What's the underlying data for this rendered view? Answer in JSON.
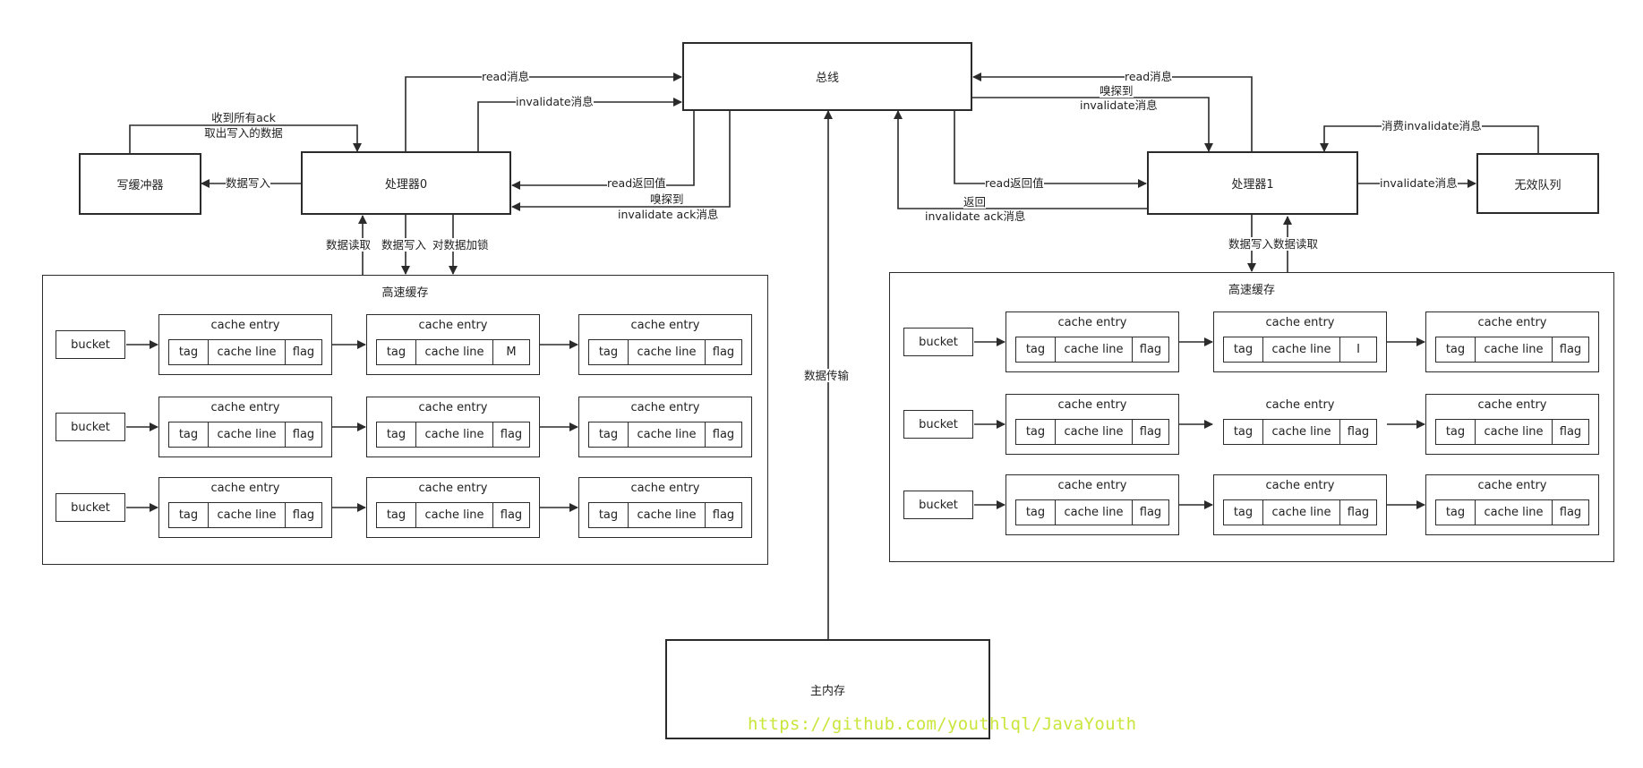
{
  "nodes": {
    "bus": "总线",
    "processor0": "处理器0",
    "processor1": "处理器1",
    "write_buffer": "写缓冲器",
    "invalid_queue": "无效队列",
    "main_memory": "主内存"
  },
  "cache_left": {
    "title": "高速缓存",
    "rows": [
      {
        "bucket": "bucket",
        "entries": [
          {
            "title": "cache entry",
            "fields": [
              "tag",
              "cache line",
              "flag"
            ]
          },
          {
            "title": "cache entry",
            "fields": [
              "tag",
              "cache line",
              "M"
            ]
          },
          {
            "title": "cache entry",
            "fields": [
              "tag",
              "cache line",
              "flag"
            ]
          }
        ]
      },
      {
        "bucket": "bucket",
        "entries": [
          {
            "title": "cache entry",
            "fields": [
              "tag",
              "cache line",
              "flag"
            ]
          },
          {
            "title": "cache entry",
            "fields": [
              "tag",
              "cache line",
              "flag"
            ]
          },
          {
            "title": "cache entry",
            "fields": [
              "tag",
              "cache line",
              "flag"
            ]
          }
        ]
      },
      {
        "bucket": "bucket",
        "entries": [
          {
            "title": "cache entry",
            "fields": [
              "tag",
              "cache line",
              "flag"
            ]
          },
          {
            "title": "cache entry",
            "fields": [
              "tag",
              "cache line",
              "flag"
            ]
          },
          {
            "title": "cache entry",
            "fields": [
              "tag",
              "cache line",
              "flag"
            ]
          }
        ]
      }
    ]
  },
  "cache_right": {
    "title": "高速缓存",
    "rows": [
      {
        "bucket": "bucket",
        "entries": [
          {
            "title": "cache entry",
            "fields": [
              "tag",
              "cache line",
              "flag"
            ]
          },
          {
            "title": "cache entry",
            "fields": [
              "tag",
              "cache line",
              "I"
            ]
          },
          {
            "title": "cache entry",
            "fields": [
              "tag",
              "cache line",
              "flag"
            ]
          }
        ]
      },
      {
        "bucket": "bucket",
        "entries": [
          {
            "title": "cache entry",
            "fields": [
              "tag",
              "cache line",
              "flag"
            ]
          },
          {
            "title": "cache entry",
            "fields": [
              "tag",
              "cache line",
              "flag"
            ]
          },
          {
            "title": "cache entry",
            "fields": [
              "tag",
              "cache line",
              "flag"
            ]
          }
        ]
      },
      {
        "bucket": "bucket",
        "entries": [
          {
            "title": "cache entry",
            "fields": [
              "tag",
              "cache line",
              "flag"
            ]
          },
          {
            "title": "cache entry",
            "fields": [
              "tag",
              "cache line",
              "flag"
            ]
          },
          {
            "title": "cache entry",
            "fields": [
              "tag",
              "cache line",
              "flag"
            ]
          }
        ]
      }
    ]
  },
  "labels": {
    "p0_read_msg": "read消息",
    "p0_invalidate_msg": "invalidate消息",
    "recv_all_ack_1": "收到所有ack",
    "recv_all_ack_2": "取出写入的数据",
    "wb_data_write": "数据写入",
    "p0_read_return": "read返回值",
    "p0_snoop_1": "嗅探到",
    "p0_snoop_2": "invalidate ack消息",
    "p0_data_read": "数据读取",
    "p0_data_write": "数据写入",
    "p0_lock": "对数据加锁",
    "p1_read_msg": "read消息",
    "p1_snoop_1": "嗅探到",
    "p1_snoop_2": "invalidate消息",
    "consume_invalidate": "消费invalidate消息",
    "p1_read_return": "read返回值",
    "p1_return_1": "返回",
    "p1_return_2": "invalidate ack消息",
    "p1_invalidate_msg": "invalidate消息",
    "p1_data_write_read": "数据写入数据读取",
    "data_transfer": "数据传输"
  },
  "watermark": "https://github.com/youthlql/JavaYouth"
}
